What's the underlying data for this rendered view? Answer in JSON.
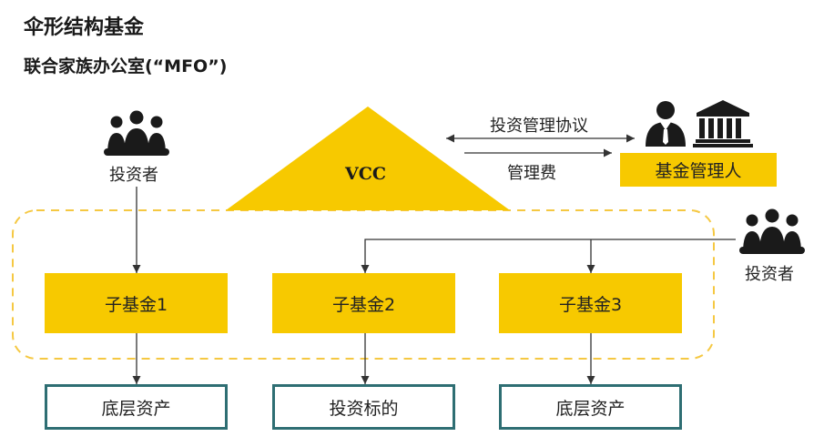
{
  "title": "伞形结构基金",
  "subtitle": "联合家族办公室(“MFO”)",
  "vcc_label": "VCC",
  "agreement_label": "投资管理协议",
  "fee_label": "管理费",
  "fund_manager_label": "基金管理人",
  "investor_left_label": "投资者",
  "investor_right_label": "投资者",
  "sub_funds": [
    "子基金1",
    "子基金2",
    "子基金3"
  ],
  "assets": [
    "底层资产",
    "投资标的",
    "底层资产"
  ],
  "colors": {
    "accent": "#f7c900",
    "dashed_border": "#f5c842",
    "asset_border": "#2e6e73",
    "icon": "#1a1a1a"
  }
}
